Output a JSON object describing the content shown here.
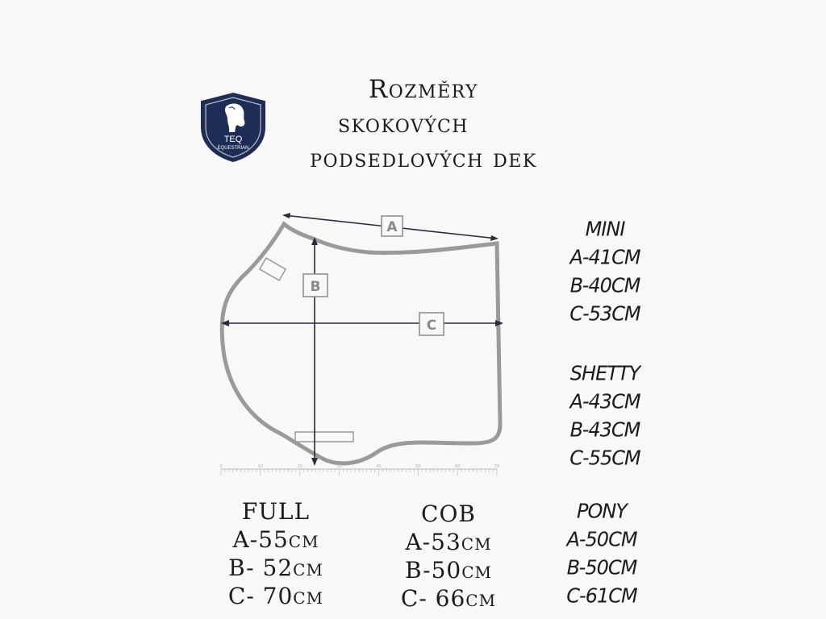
{
  "header": {
    "title_lines": [
      "Rozměry",
      "skokových",
      "podsedlových dek"
    ]
  },
  "logo": {
    "brand": "TEQ",
    "sub": "EQUESTRIAN",
    "color": "#1e2d55"
  },
  "diagram": {
    "labels": {
      "a": "A",
      "b": "B",
      "c": "C"
    },
    "ruler_ticks": [
      "0",
      "10",
      "20",
      "30",
      "40",
      "50",
      "60",
      "70"
    ],
    "outline_color": "#9a9a9a",
    "arrow_color": "#2a2a3a"
  },
  "sizes": {
    "mini": {
      "name": "MINI",
      "a": "A-41CM",
      "b": "B-40CM",
      "c": "C-53CM"
    },
    "shetty": {
      "name": "SHETTY",
      "a": "A-43CM",
      "b": "B-43CM",
      "c": "C-55CM"
    },
    "pony": {
      "name": "PONY",
      "a": "A-50CM",
      "b": "B-50CM",
      "c": "C-61CM"
    },
    "full": {
      "name": "FULL",
      "a": "A-55cm",
      "b": "B- 52cm",
      "c": "C- 70cm"
    },
    "cob": {
      "name": "COB",
      "a": "A-53cm",
      "b": "B-50cm",
      "c": "C- 66cm"
    }
  }
}
